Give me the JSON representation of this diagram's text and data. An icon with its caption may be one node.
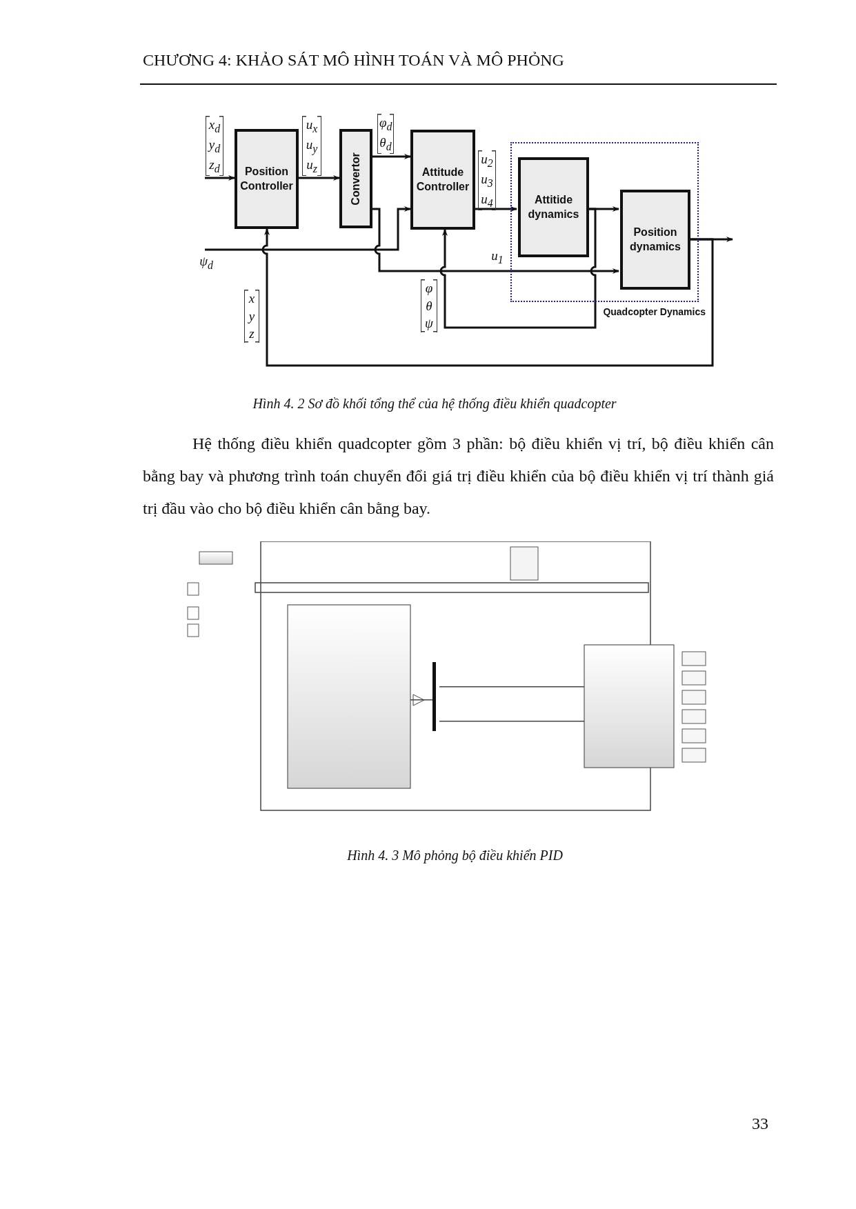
{
  "diagram": {
    "title": "CHƯƠNG 4: KHẢO SÁT MÔ HÌNH TOÁN VÀ MÔ PHỎNG",
    "caption": "Hình 4. 2 Sơ đồ khối tổng thể của hệ thống điều khiển quadcopter",
    "nodes": [
      {
        "text": [
          "Position Controller"
        ]
      },
      {
        "text": [
          "Convertor"
        ]
      },
      {
        "text": [
          "Attitude Controller"
        ]
      },
      {
        "text": [
          "Quadcopter Dynamics"
        ]
      },
      {
        "text": [
          "Attitide dynamics"
        ],
        "in": 3
      },
      {
        "text": [
          "Position dynamics"
        ],
        "in": 3
      }
    ],
    "edges": [
      {
        "from": null,
        "to": 0,
        "arrow": "to",
        "label": "x$_{d}$ y$_{d}$ z$_{d}$"
      },
      {
        "from": 0,
        "to": 1,
        "arrow": "to",
        "label": "u$_{x}$ u$_{y}$ u$_{z}$"
      },
      {
        "from": 1,
        "to": 2,
        "arrow": "to",
        "label": "φ$_{d}$ θ$_{d}$"
      },
      {
        "from": null,
        "to": 2,
        "arrow": "to",
        "label": "ψ$_{d}$"
      },
      {
        "from": 1,
        "to": 5,
        "arrow": "to",
        "label": "u$_{1}$"
      },
      {
        "from": 2,
        "to": 4,
        "arrow": "to",
        "label": "u$_{2}$ u$_{3}$ u$_{4}$"
      },
      {
        "from": 4,
        "to": 5,
        "arrow": "to"
      },
      {
        "from": 5,
        "to": null,
        "arrow": "to"
      },
      {
        "from": 5,
        "to": 0,
        "arrow": "to",
        "label": "x y z"
      },
      {
        "from": 4,
        "to": 2,
        "arrow": "to",
        "label": "φ θ ψ"
      }
    ],
    "labels": [
      "Hệ thống điều khiển quadcopter gồm 3 phần: bộ điều khiển vị trí, bộ điều khiển cân bằng bay và phương trình toán chuyển đổi giá trị điều khiển của bộ điều khiển vị trí thành giá trị đầu vào cho bộ điều khiển cân bằng bay.",
      "Hình 4. 3 Mô phỏng bộ điều khiển PID",
      "33"
    ]
  }
}
